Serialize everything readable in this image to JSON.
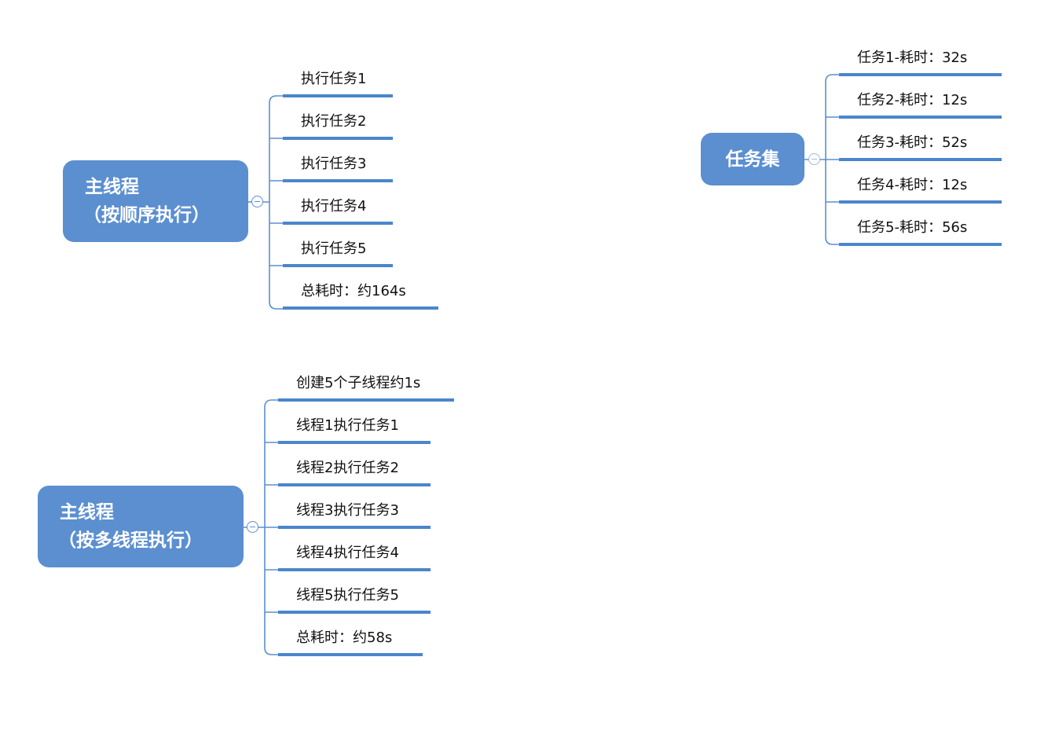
{
  "colors": {
    "node": "#5b8fd0",
    "bar": "#4a86cc",
    "connector": "#5b8fd0"
  },
  "sequential": {
    "root_line1": "主线程",
    "root_line2": "（按顺序执行）",
    "items": [
      "执行任务1",
      "执行任务2",
      "执行任务3",
      "执行任务4",
      "执行任务5",
      "总耗时：约164s"
    ]
  },
  "multithread": {
    "root_line1": "主线程",
    "root_line2": "（按多线程执行）",
    "items": [
      "创建5个子线程约1s",
      "线程1执行任务1",
      "线程2执行任务2",
      "线程3执行任务3",
      "线程4执行任务4",
      "线程5执行任务5",
      "总耗时：约58s"
    ]
  },
  "taskset": {
    "root": "任务集",
    "items": [
      "任务1-耗时：32s",
      "任务2-耗时：12s",
      "任务3-耗时：52s",
      "任务4-耗时：12s",
      "任务5-耗时：56s"
    ]
  }
}
